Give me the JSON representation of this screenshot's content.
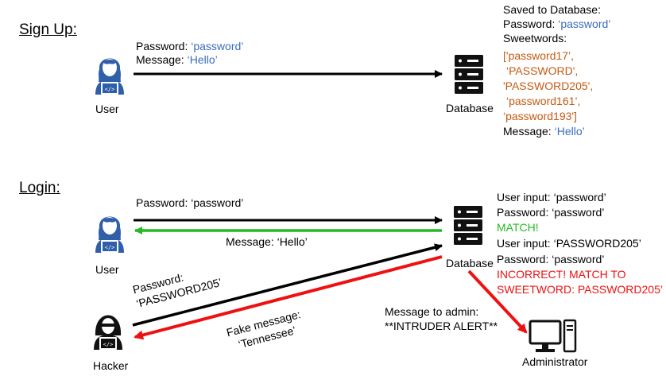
{
  "colors": {
    "blue": "#3a6bbf",
    "orange": "#c55a11",
    "green": "#22bb22",
    "red": "#ee1111",
    "icon": "#2e5fa8"
  },
  "signup": {
    "heading": "Sign Up:",
    "user_label": "User",
    "arrow_password_key": "Password: ",
    "arrow_password_val": "‘password’",
    "arrow_message_key": "Message: ",
    "arrow_message_val": "‘Hello’",
    "database_label": "Database",
    "saved_title": "Saved to Database:",
    "saved_password_key": "Password: ",
    "saved_password_val": "‘password’",
    "sweetwords_key": "Sweetwords:",
    "sweetwords": [
      "['password17’,",
      "‘PASSWORD',",
      "'PASSWORD205',",
      "‘password161’,",
      "‘password193']"
    ],
    "saved_message_key": "Message: ",
    "saved_message_val": "‘Hello’"
  },
  "login": {
    "heading": "Login:",
    "user_label": "User",
    "arrow_password": "Password: ‘password’",
    "arrow_message": "Message: ‘Hello’",
    "database_label": "Database",
    "hacker_label": "Hacker",
    "hacker_password_line1": "Password:",
    "hacker_password_line2": "‘PASSWORD205’",
    "fake_message_line1": "Fake message:",
    "fake_message_line2": "‘Tennessee’",
    "admin_message_line1": "Message to admin:",
    "admin_message_line2": "**INTRUDER ALERT**",
    "administrator_label": "Administrator",
    "check1_input": "User input: ‘password’",
    "check1_password": "Password: ‘password’",
    "check1_result": "MATCH!",
    "check2_input": "User input: ‘PASSWORD205’",
    "check2_password": "Password: ‘password’",
    "check2_result_line1": "INCORRECT! MATCH TO",
    "check2_result_line2": "SWEETWORD: PASSWORD205’"
  }
}
